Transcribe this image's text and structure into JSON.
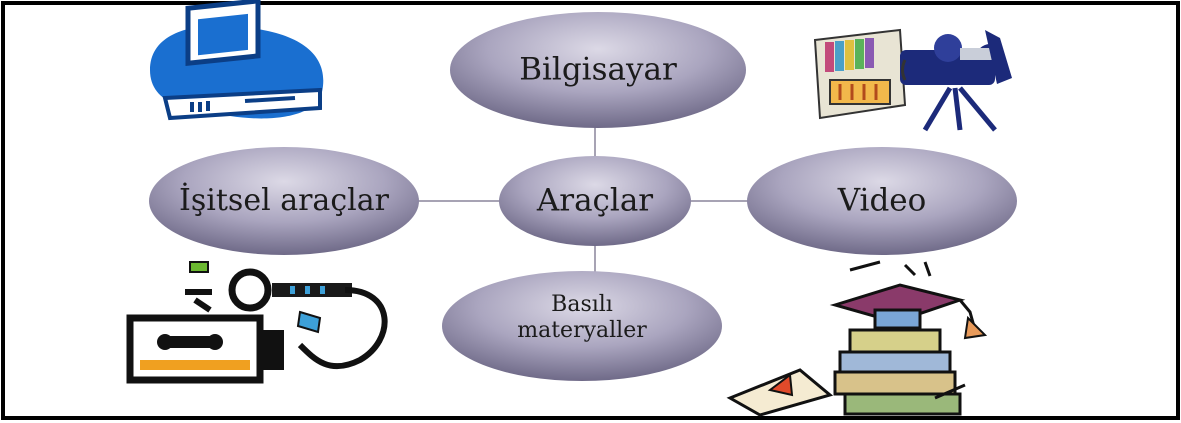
{
  "diagram": {
    "center": {
      "label": "Araçlar"
    },
    "nodes": [
      {
        "id": "top",
        "label": "Bilgisayar"
      },
      {
        "id": "right",
        "label": "Video"
      },
      {
        "id": "bottom",
        "label_line1": "Basılı",
        "label_line2": "materyaller"
      },
      {
        "id": "left",
        "label": "İşitsel araçlar"
      }
    ],
    "colors": {
      "bubble_light": "#c6c2d6",
      "bubble_dark": "#7d7894",
      "connector": "#a7a3b4",
      "frame": "#000000"
    }
  },
  "clipart": [
    {
      "name": "computer-icon"
    },
    {
      "name": "video-camera-icon"
    },
    {
      "name": "audio-tape-recorder-icon"
    },
    {
      "name": "books-graduation-icon"
    }
  ]
}
